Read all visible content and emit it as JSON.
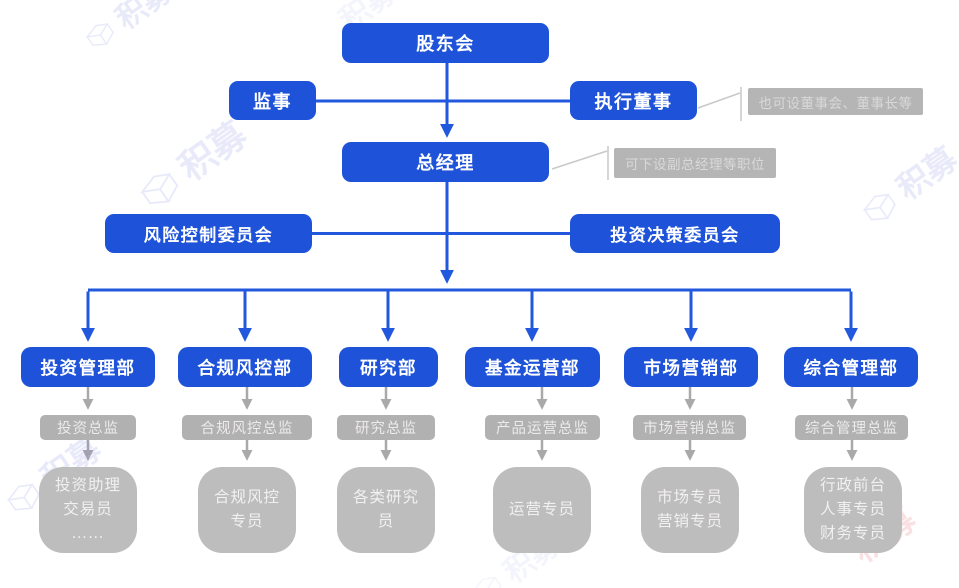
{
  "org": {
    "shareholders": "股东会",
    "supervisor": "监事",
    "executive_director": "执行董事",
    "general_manager": "总经理",
    "risk_committee": "风险控制委员会",
    "investment_committee": "投资决策委员会",
    "note_director": "也可设董事会、董事长等",
    "note_gm": "可下设副总经理等职位"
  },
  "columns": [
    {
      "dept": "投资管理部",
      "director": "投资总监",
      "staff_lines": [
        "投资助理",
        "交易员",
        "……"
      ]
    },
    {
      "dept": "合规风控部",
      "director": "合规风控总监",
      "staff_lines": [
        "合规风控",
        "专员"
      ]
    },
    {
      "dept": "研究部",
      "director": "研究总监",
      "staff_lines": [
        "各类研究",
        "员"
      ]
    },
    {
      "dept": "基金运营部",
      "director": "产品运营总监",
      "staff_lines": [
        "运营专员"
      ]
    },
    {
      "dept": "市场营销部",
      "director": "市场营销总监",
      "staff_lines": [
        "市场专员",
        "营销专员"
      ]
    },
    {
      "dept": "综合管理部",
      "director": "综合管理总监",
      "staff_lines": [
        "行政前台",
        "人事专员",
        "财务专员"
      ]
    }
  ],
  "watermark": {
    "text": "积募"
  },
  "colors": {
    "box_blue": "#1e53d9",
    "line_blue": "#2158dd",
    "gray_box": "#b1b1b1",
    "gray_line": "#a9a9a9",
    "note_link_gray": "#c9c9c9"
  }
}
